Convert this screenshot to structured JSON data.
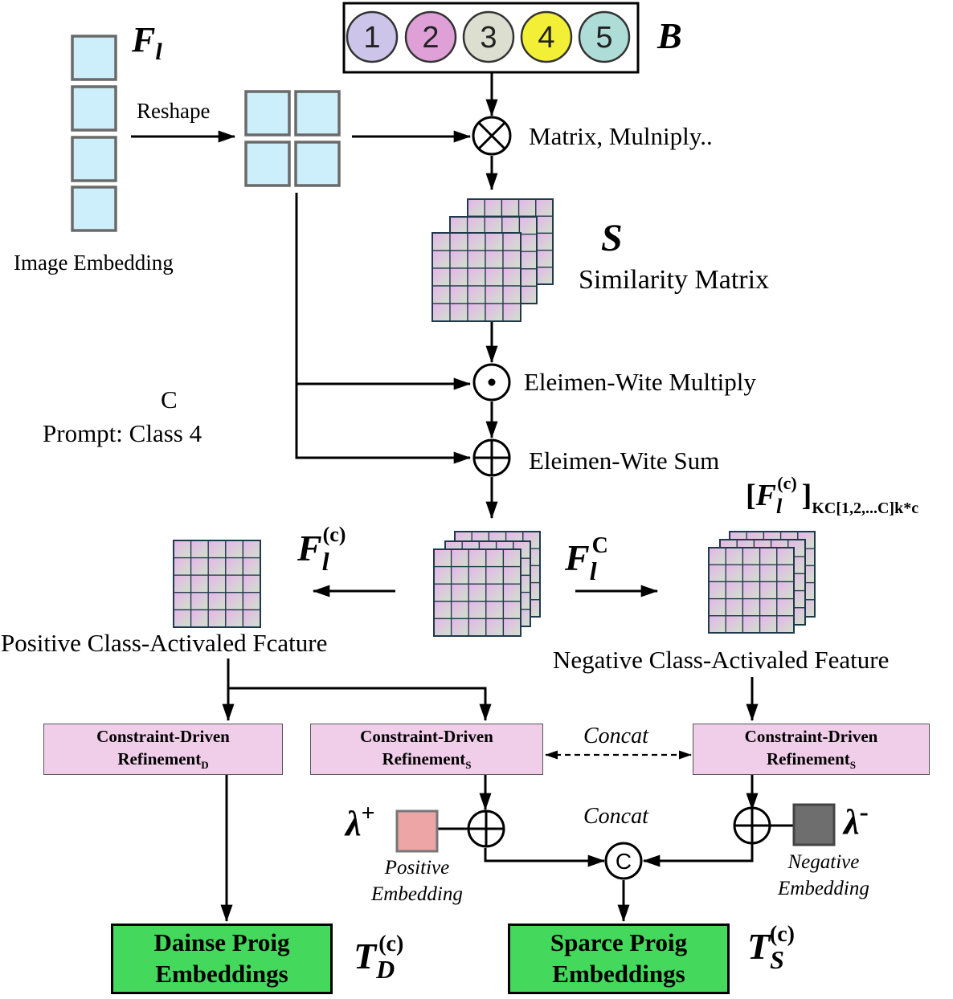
{
  "bank": {
    "items": [
      {
        "label": "1",
        "color": "#cdc4ea"
      },
      {
        "label": "2",
        "color": "#dea0d6"
      },
      {
        "label": "3",
        "color": "#dcdfcf"
      },
      {
        "label": "4",
        "color": "#f3ef36"
      },
      {
        "label": "5",
        "color": "#aedcd7"
      }
    ],
    "symbol": "B"
  },
  "image_embedding": {
    "symbol": "F",
    "symbol_sub": "l",
    "label": "Image Embedding",
    "reshape_label": "Reshape"
  },
  "operations": {
    "matrix_multiply": "Matrix, Mulniply..",
    "elementwise_multiply": "Eleimen-Wite Multiply",
    "elementwise_sum": "Eleimen-Wite Sum",
    "concat_symbol": "C"
  },
  "similarity": {
    "symbol": "S",
    "label": "Similarity Matrix"
  },
  "prompt": {
    "line1": "C",
    "line2": "Prompt: Class 4"
  },
  "features": {
    "positive_label": "Positive Class-Activaled Fcature",
    "negative_label": "Negative Class-Activaled Feature",
    "positive_symbol": {
      "base": "F",
      "sub": "l",
      "sup": "(c)"
    },
    "all_symbol": {
      "base": "F",
      "sub": "l",
      "sup": "C"
    },
    "negative_symbol": {
      "open": "[",
      "base": "F",
      "sub": "l",
      "sup": "(c)",
      "close": "]",
      "sub2": "KC[1,2,...C]k*c"
    }
  },
  "refinement": {
    "dense": {
      "line1": "Constraint-Driven",
      "line2": "Refinement",
      "sub": "D"
    },
    "sparse_pos": {
      "line1": "Constraint-Driven",
      "line2": "Refinement",
      "sub": "S"
    },
    "sparse_neg": {
      "line1": "Constraint-Driven",
      "line2": "Refinement",
      "sub": "S"
    },
    "concat_top": "Concat",
    "concat_bottom": "Concat"
  },
  "embeddings": {
    "lambda_pos": {
      "symbol": "λ",
      "sup": "+"
    },
    "lambda_neg": {
      "symbol": "λ",
      "sup": "-"
    },
    "positive_line1": "Positive",
    "positive_line2": "Embedding",
    "negative_line1": "Negative",
    "negative_line2": "Embedding",
    "positive_color": "#eda5a5",
    "negative_color": "#6e6e6e"
  },
  "outputs": {
    "dense": {
      "line1": "Dainse Proig",
      "line2": "Embeddings",
      "symbol": "T",
      "sub": "D",
      "sup": "(c)"
    },
    "sparse": {
      "line1": "Sparce Proig",
      "line2": "Embeddings",
      "symbol": "T",
      "sub": "S",
      "sup": "(c)"
    }
  },
  "colors": {
    "embedding_cell": "#cdeefb",
    "embedding_border": "#6a6a6a",
    "grid_pink": "#e6b3ec",
    "grid_green": "#cfe3c9",
    "grid_line": "#1f3a4a",
    "refinement_fill": "#f0cde9",
    "output_fill": "#44d95c"
  }
}
